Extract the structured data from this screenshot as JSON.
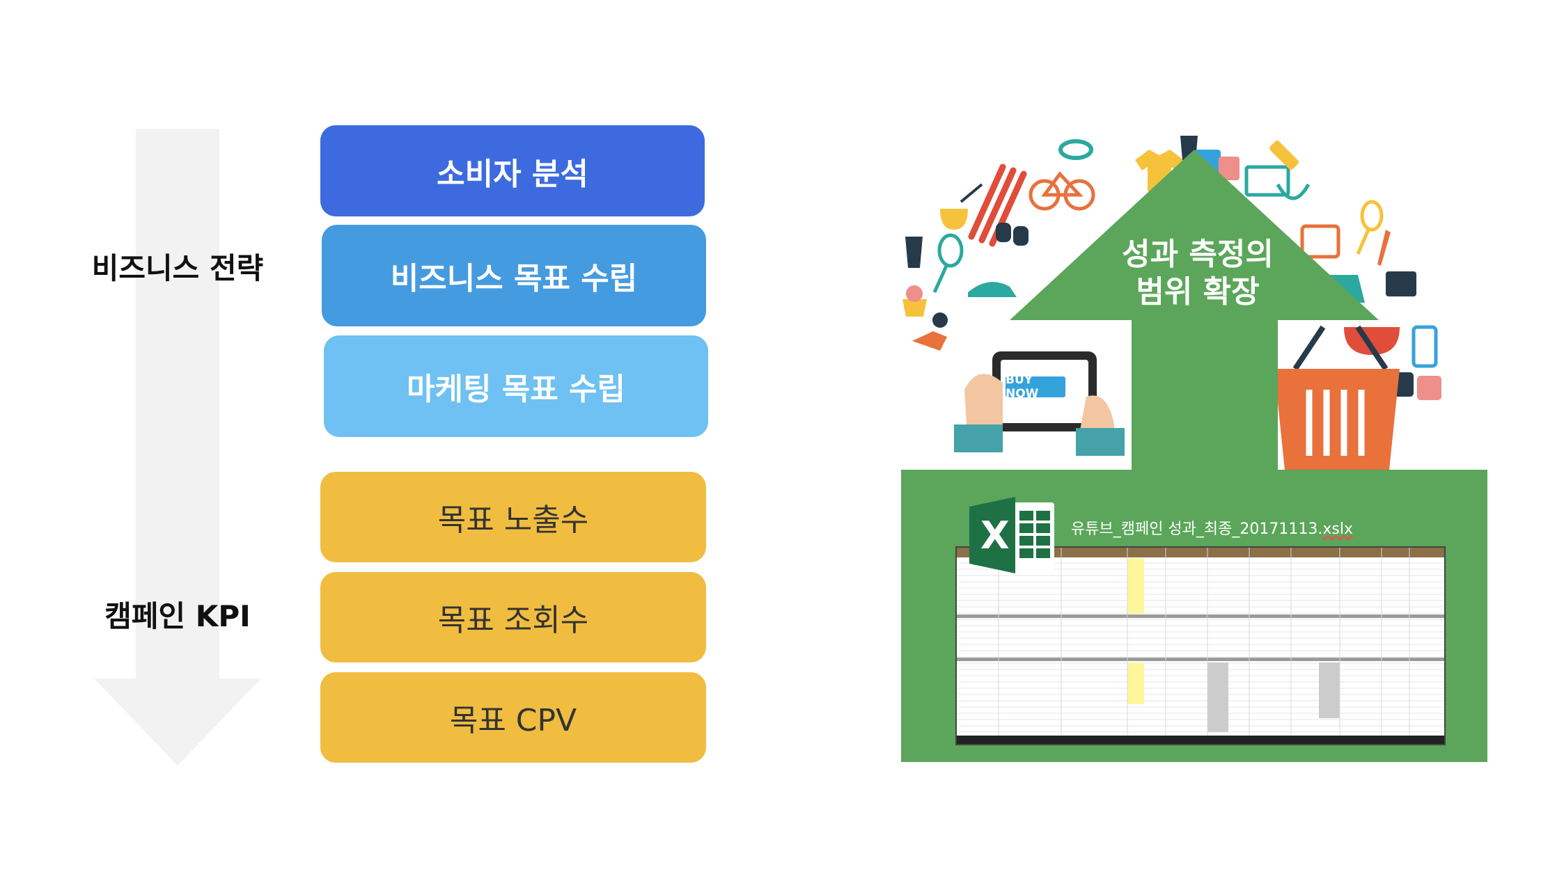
{
  "side_labels": {
    "business_strategy": "비즈니스 전략",
    "campaign_kpi": "캠페인 KPI"
  },
  "steps": [
    {
      "label": "소비자 분석",
      "color": "#3D6BDF"
    },
    {
      "label": "비즈니스 목표 수립",
      "color": "#459BE0"
    },
    {
      "label": "마케팅 목표 수립",
      "color": "#6EC1F2"
    },
    {
      "label": "목표 노출수",
      "color": "#F0BD40"
    },
    {
      "label": "목표 조회수",
      "color": "#F0BD40"
    },
    {
      "label": "목표 CPV",
      "color": "#F0BD40"
    }
  ],
  "illustration": {
    "arrow_line1": "성과 측정의",
    "arrow_line2": "범위 확장",
    "buy_now": "BUY NOW",
    "excel_letter": "X",
    "file_name_base": "유튜브_캠페인 성과_최종_20171113.",
    "file_name_ext": "xslx"
  },
  "colors": {
    "flow_arrow": "#F2F2F2",
    "green": "#5BA65A",
    "excel_green": "#1E7145",
    "basket": "#E8713C"
  }
}
